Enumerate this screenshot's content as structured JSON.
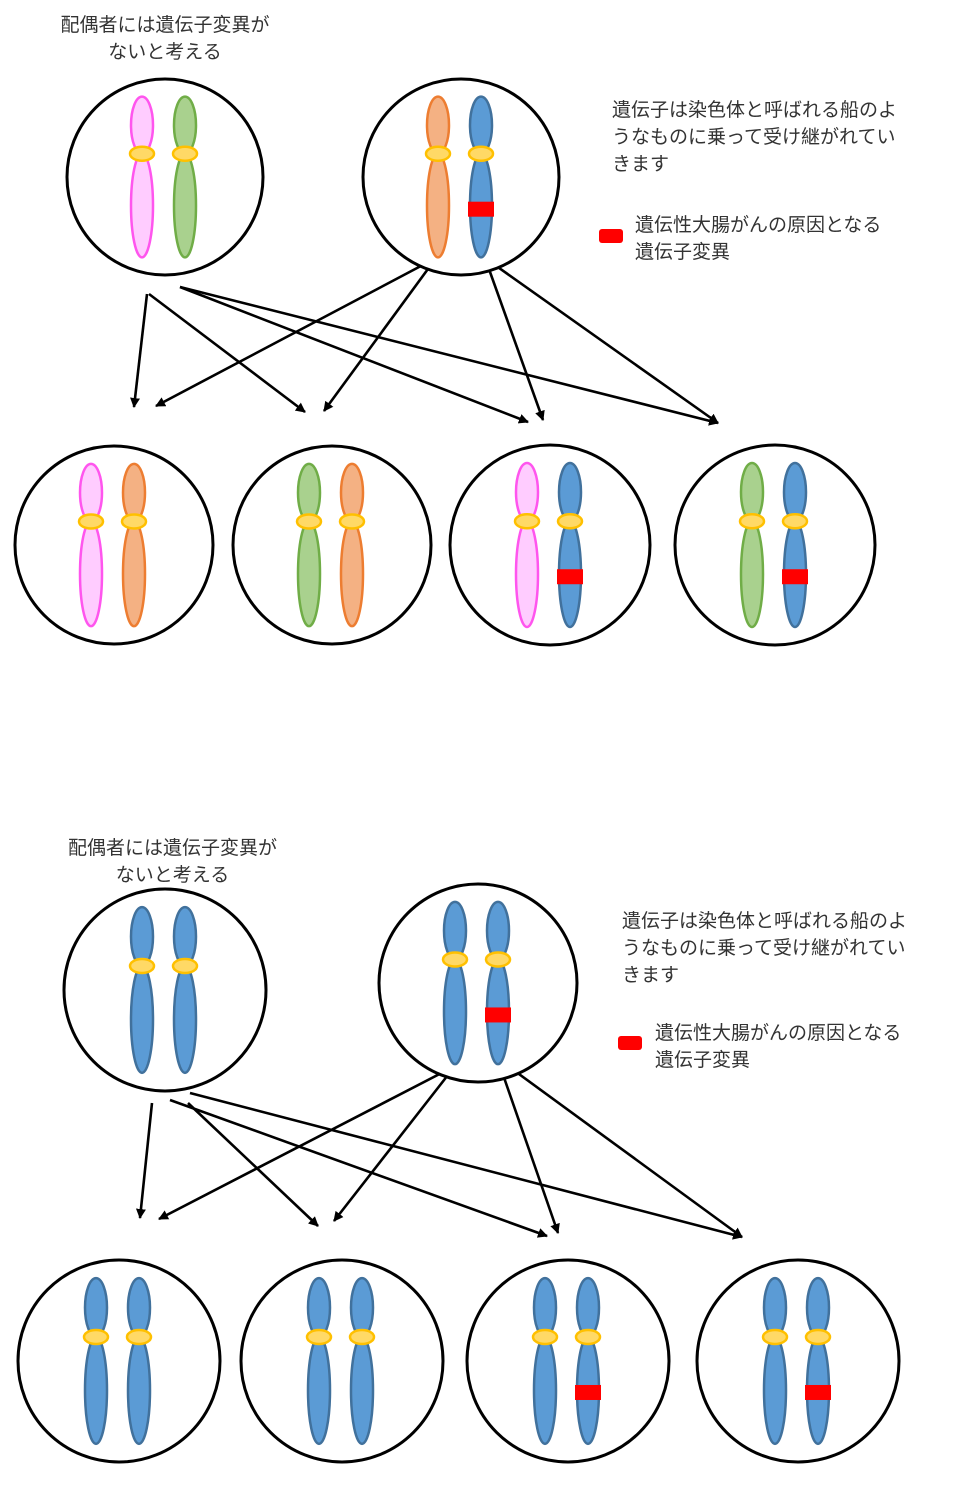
{
  "colors": {
    "pink": {
      "fill": "#ffccff",
      "stroke": "#ff55ee"
    },
    "green": {
      "fill": "#a9d18e",
      "stroke": "#70ad47"
    },
    "orange": {
      "fill": "#f4b183",
      "stroke": "#ed7d31"
    },
    "blue": {
      "fill": "#5b9bd5",
      "stroke": "#41719c"
    },
    "centromere": {
      "fill": "#ffd966",
      "stroke": "#ffc000"
    },
    "mutation": "#ff0000",
    "outline": "#000000"
  },
  "panels": [
    {
      "spouse_label": [
        "配偶者には遺伝子変異が",
        "ないと考える"
      ],
      "explanation": [
        "遺伝子は染色体と呼ばれる船のよ",
        "うなものに乗って受け継がれてい",
        "きます"
      ],
      "legend_label": [
        "遺伝性大腸がんの原因となる",
        "遺伝子変異"
      ],
      "parent1": [
        "pink",
        "green"
      ],
      "parent2": [
        "orange",
        "blue"
      ],
      "parent2_mutation": [
        false,
        true
      ],
      "children": [
        {
          "chromosomes": [
            "pink",
            "orange"
          ],
          "mutation": [
            false,
            false
          ]
        },
        {
          "chromosomes": [
            "green",
            "orange"
          ],
          "mutation": [
            false,
            false
          ]
        },
        {
          "chromosomes": [
            "pink",
            "blue"
          ],
          "mutation": [
            false,
            true
          ]
        },
        {
          "chromosomes": [
            "green",
            "blue"
          ],
          "mutation": [
            false,
            true
          ]
        }
      ]
    },
    {
      "spouse_label": [
        "配偶者には遺伝子変異が",
        "ないと考える"
      ],
      "explanation": [
        "遺伝子は染色体と呼ばれる船のよ",
        "うなものに乗って受け継がれてい",
        "きます"
      ],
      "legend_label": [
        "遺伝性大腸がんの原因となる",
        "遺伝子変異"
      ],
      "parent1": [
        "blue",
        "blue"
      ],
      "parent2": [
        "blue",
        "blue"
      ],
      "parent2_mutation": [
        false,
        true
      ],
      "children": [
        {
          "chromosomes": [
            "blue",
            "blue"
          ],
          "mutation": [
            false,
            false
          ]
        },
        {
          "chromosomes": [
            "blue",
            "blue"
          ],
          "mutation": [
            false,
            false
          ]
        },
        {
          "chromosomes": [
            "blue",
            "blue"
          ],
          "mutation": [
            false,
            true
          ]
        },
        {
          "chromosomes": [
            "blue",
            "blue"
          ],
          "mutation": [
            false,
            true
          ]
        }
      ]
    }
  ]
}
